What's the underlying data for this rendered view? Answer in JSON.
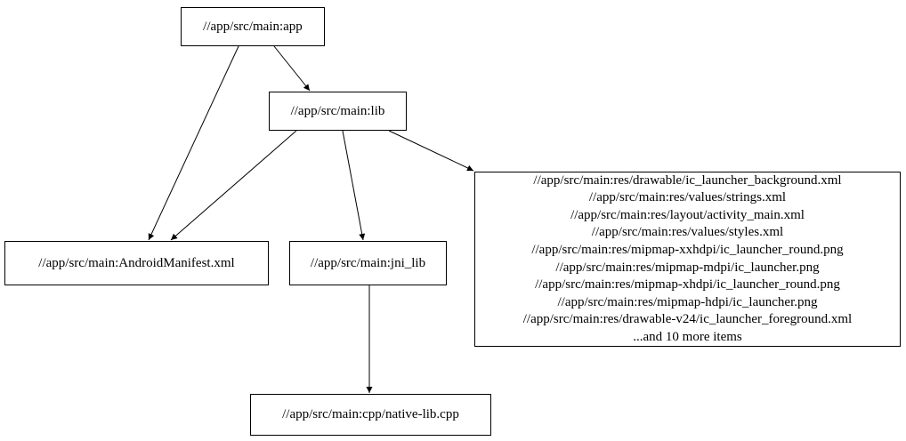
{
  "diagram": {
    "type": "dependency-graph",
    "background_color": "#ffffff",
    "node_border_color": "#000000",
    "edge_color": "#000000",
    "text_color": "#000000"
  },
  "nodes": {
    "app": {
      "label": "//app/src/main:app"
    },
    "lib": {
      "label": "//app/src/main:lib"
    },
    "manifest": {
      "label": "//app/src/main:AndroidManifest.xml"
    },
    "jni_lib": {
      "label": "//app/src/main:jni_lib"
    },
    "native_cpp": {
      "label": "//app/src/main:cpp/native-lib.cpp"
    },
    "resources": {
      "lines": [
        "//app/src/main:res/drawable/ic_launcher_background.xml",
        "//app/src/main:res/values/strings.xml",
        "//app/src/main:res/layout/activity_main.xml",
        "//app/src/main:res/values/styles.xml",
        "//app/src/main:res/mipmap-xxhdpi/ic_launcher_round.png",
        "//app/src/main:res/mipmap-mdpi/ic_launcher.png",
        "//app/src/main:res/mipmap-xhdpi/ic_launcher_round.png",
        "//app/src/main:res/mipmap-hdpi/ic_launcher.png",
        "//app/src/main:res/drawable-v24/ic_launcher_foreground.xml",
        "...and 10 more items"
      ]
    }
  },
  "edges": [
    {
      "from": "app",
      "to": "lib"
    },
    {
      "from": "app",
      "to": "manifest"
    },
    {
      "from": "lib",
      "to": "manifest"
    },
    {
      "from": "lib",
      "to": "jni_lib"
    },
    {
      "from": "lib",
      "to": "resources"
    },
    {
      "from": "jni_lib",
      "to": "native_cpp"
    }
  ]
}
